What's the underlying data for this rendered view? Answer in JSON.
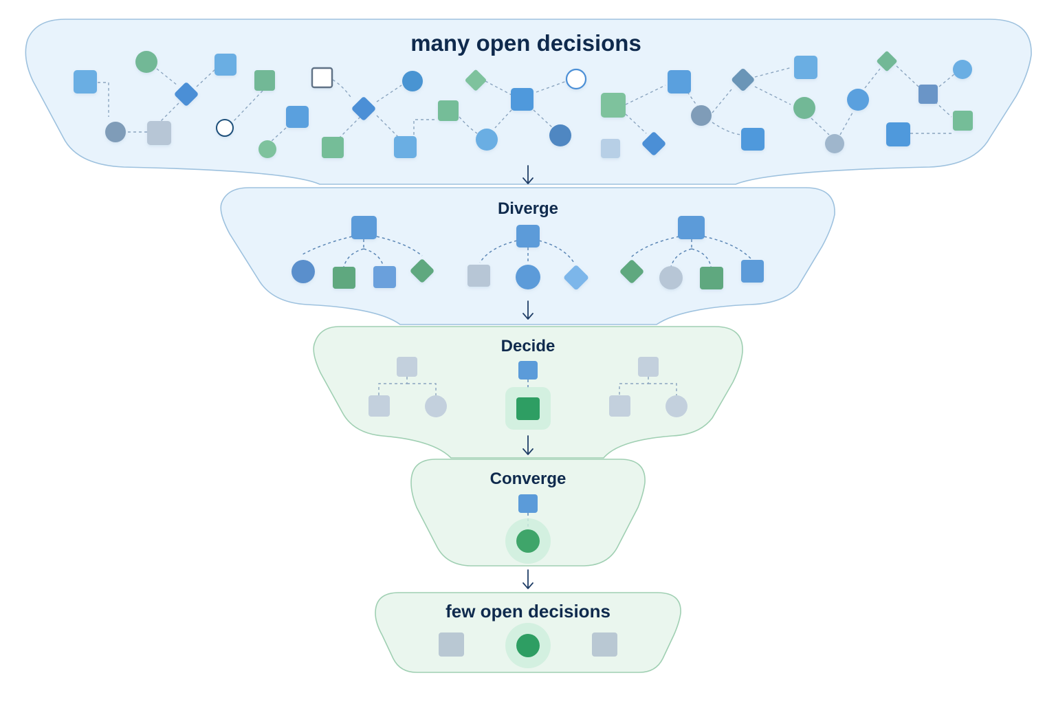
{
  "stages": [
    {
      "id": "top",
      "title": "many open decisions"
    },
    {
      "id": "diverge",
      "title": "Diverge"
    },
    {
      "id": "decide",
      "title": "Decide"
    },
    {
      "id": "converge",
      "title": "Converge"
    },
    {
      "id": "bottom",
      "title": "few open decisions"
    }
  ],
  "colors": {
    "blue_panel_fill": "#e8f3fc",
    "blue_panel_stroke": "#9dc1de",
    "green_panel_fill": "#eaf6ee",
    "green_panel_stroke": "#9fcfb2",
    "title_text": "#0f2a4d",
    "blue_node": "#5b9bd9",
    "green_node": "#6db58c",
    "gray_node": "#b7c6d6",
    "slate_node": "#7f9cb8",
    "selected_green": "#2e9e63",
    "arrow": "#1f3d66"
  },
  "icons": [
    "square-node-icon",
    "circle-node-icon",
    "diamond-node-icon",
    "hollow-square-icon",
    "hollow-circle-icon",
    "down-arrow-icon"
  ]
}
